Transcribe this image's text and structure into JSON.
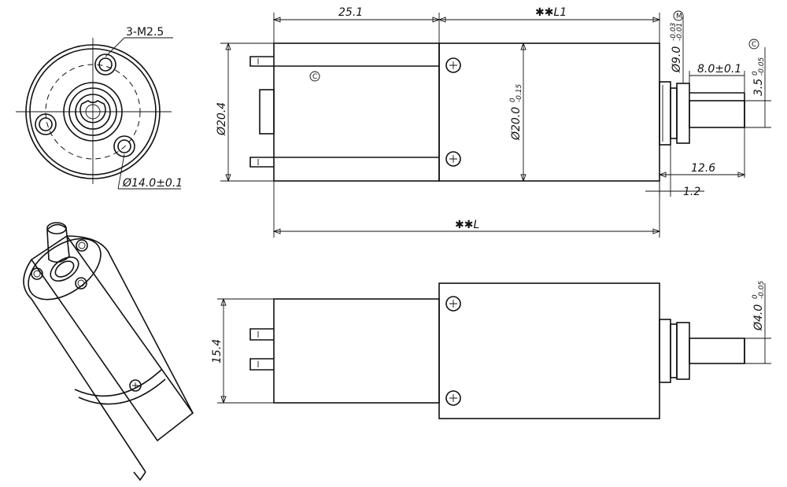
{
  "labels": {
    "holes": "3-M2.5",
    "pcd": "Ø14.0±0.1",
    "gear_len": "25.1",
    "motor_len": "✱✱L1",
    "total_len": "✱✱L",
    "dia_gear": "Ø20.4",
    "dia_motor": "Ø20.0",
    "dia_motor_tol_up": "0",
    "dia_motor_tol_dn": "-0.15",
    "dia_boss": "Ø9.0",
    "dia_boss_tol_up": "-0.03",
    "dia_boss_tol_dn": "-0.01",
    "m_mark": "M",
    "c_mark": "C",
    "shaft_len": "8.0±0.1",
    "shaft_flat": "3.5",
    "shaft_flat_tol_up": "0",
    "shaft_flat_tol_dn": "-0.05",
    "shaft_ext": "12.6",
    "boss_h": "1.2",
    "width_side": "15.4",
    "shaft_dia": "Ø4.0",
    "shaft_dia_tol_up": "0",
    "shaft_dia_tol_dn": "-0.05"
  }
}
